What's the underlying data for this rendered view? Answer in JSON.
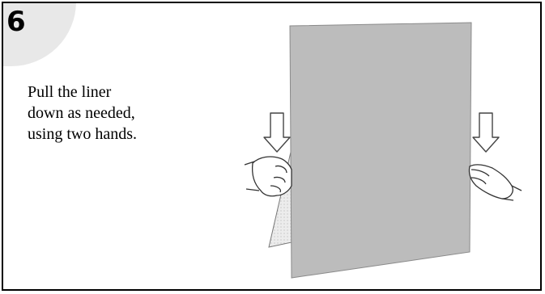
{
  "step": {
    "number": "6"
  },
  "instruction": {
    "lines": [
      "Pull the liner",
      "down as needed,",
      "using two hands."
    ]
  },
  "illustration": {
    "panel_color": "#bcbcbc",
    "panel_edge_color": "#8a8a8a",
    "arrow_color": "#444444",
    "liner_color": "#e6e6e6",
    "arrows": [
      "down-arrow-left",
      "down-arrow-right"
    ],
    "icons": [
      "left-hand-icon",
      "right-hand-icon"
    ]
  }
}
